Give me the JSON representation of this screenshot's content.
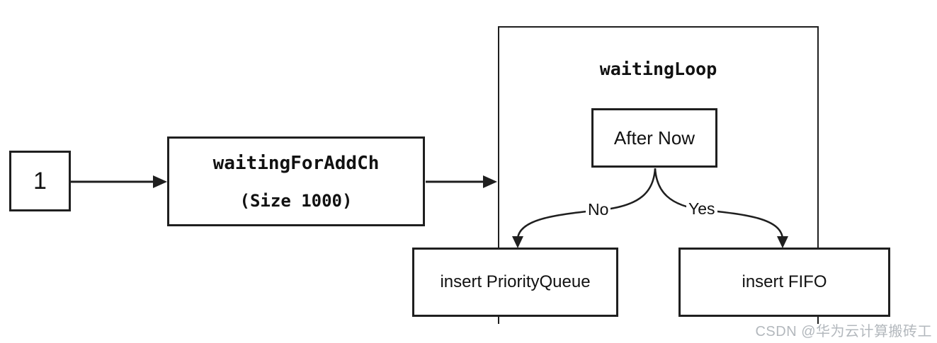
{
  "diagram": {
    "nodes": {
      "start": {
        "label": "1"
      },
      "waiting_channel": {
        "title": "waitingForAddCh",
        "subtitle": "(Size 1000)"
      },
      "loop": {
        "label": "waitingLoop"
      },
      "condition": {
        "label": "After Now"
      },
      "insert_priority_queue": {
        "label": "insert PriorityQueue"
      },
      "insert_fifo": {
        "label": "insert FIFO"
      }
    },
    "edges": {
      "no_label": "No",
      "yes_label": "Yes"
    }
  },
  "watermark": {
    "text": "CSDN @华为云计算搬砖工"
  },
  "colors": {
    "line": "#1f1f1f",
    "text": "#111111",
    "watermark": "#b3b8bd",
    "background": "#ffffff"
  }
}
